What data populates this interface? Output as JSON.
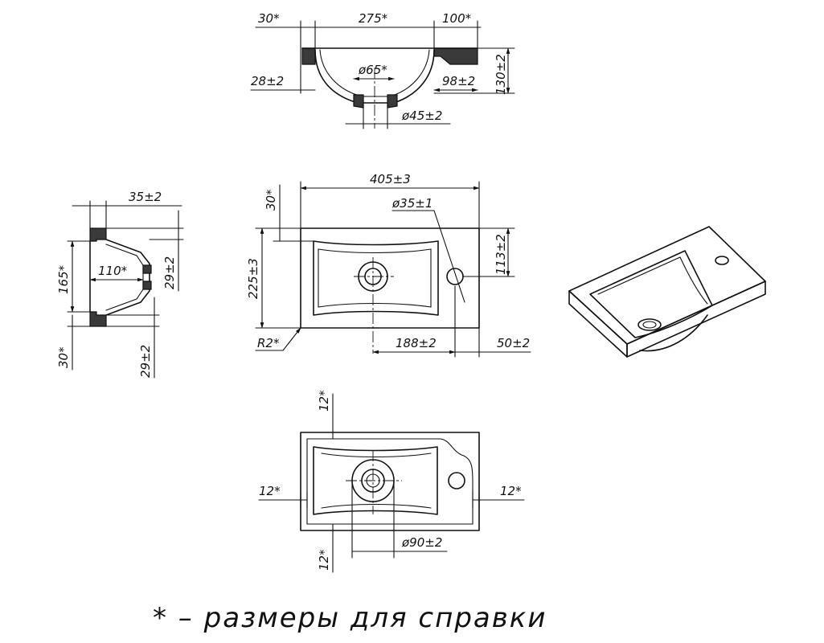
{
  "side_view": {
    "dim_left_rim": "30*",
    "dim_bowl_width": "275*",
    "dim_right_rim": "100*",
    "dim_height": "130±2",
    "dim_drain": "ø65*",
    "dim_rim_thickness": "28±2",
    "dim_right_depth": "98±2",
    "dim_outlet": "ø45±2"
  },
  "section_view": {
    "dim_top": "35±2",
    "dim_depth": "165*",
    "dim_inner": "110*",
    "dim_right_a": "29±2",
    "dim_bottom_left": "30*",
    "dim_bottom_right": "29±2"
  },
  "top_view": {
    "dim_width": "405±3",
    "dim_tap_hole": "ø35±1",
    "dim_top_offset": "30*",
    "dim_depth": "225±3",
    "dim_tap_offset": "113±2",
    "dim_radius": "R2*",
    "dim_drain_pos": "188±2",
    "dim_right_offset": "50±2"
  },
  "bottom_view": {
    "dim_top": "12*",
    "dim_left": "12*",
    "dim_right": "12*",
    "dim_bottom": "12*",
    "dim_drain": "ø90±2"
  },
  "footnote": "* – размеры для справки"
}
